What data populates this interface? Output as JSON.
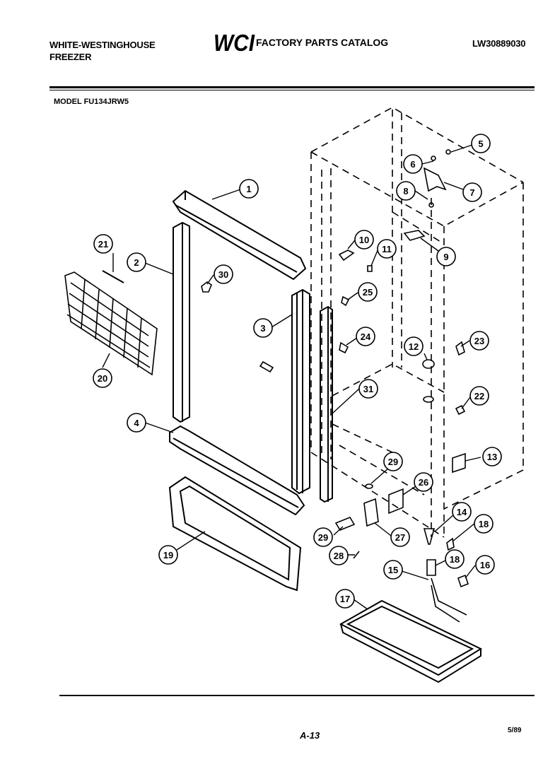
{
  "header": {
    "brand_line1": "WHITE-WESTINGHOUSE",
    "brand_line2": "FREEZER",
    "logo_text": "WCI",
    "catalog_title": "FACTORY PARTS CATALOG",
    "catalog_number": "LW30889030"
  },
  "model": "MODEL FU134JRW5",
  "callouts": [
    "1",
    "2",
    "3",
    "4",
    "5",
    "6",
    "7",
    "8",
    "9",
    "10",
    "11",
    "12",
    "13",
    "14",
    "15",
    "16",
    "17",
    "18",
    "18",
    "19",
    "20",
    "21",
    "22",
    "23",
    "24",
    "25",
    "26",
    "27",
    "28",
    "29",
    "29",
    "30",
    "31"
  ],
  "footer": {
    "page_number": "A-13",
    "date": "5/89"
  }
}
